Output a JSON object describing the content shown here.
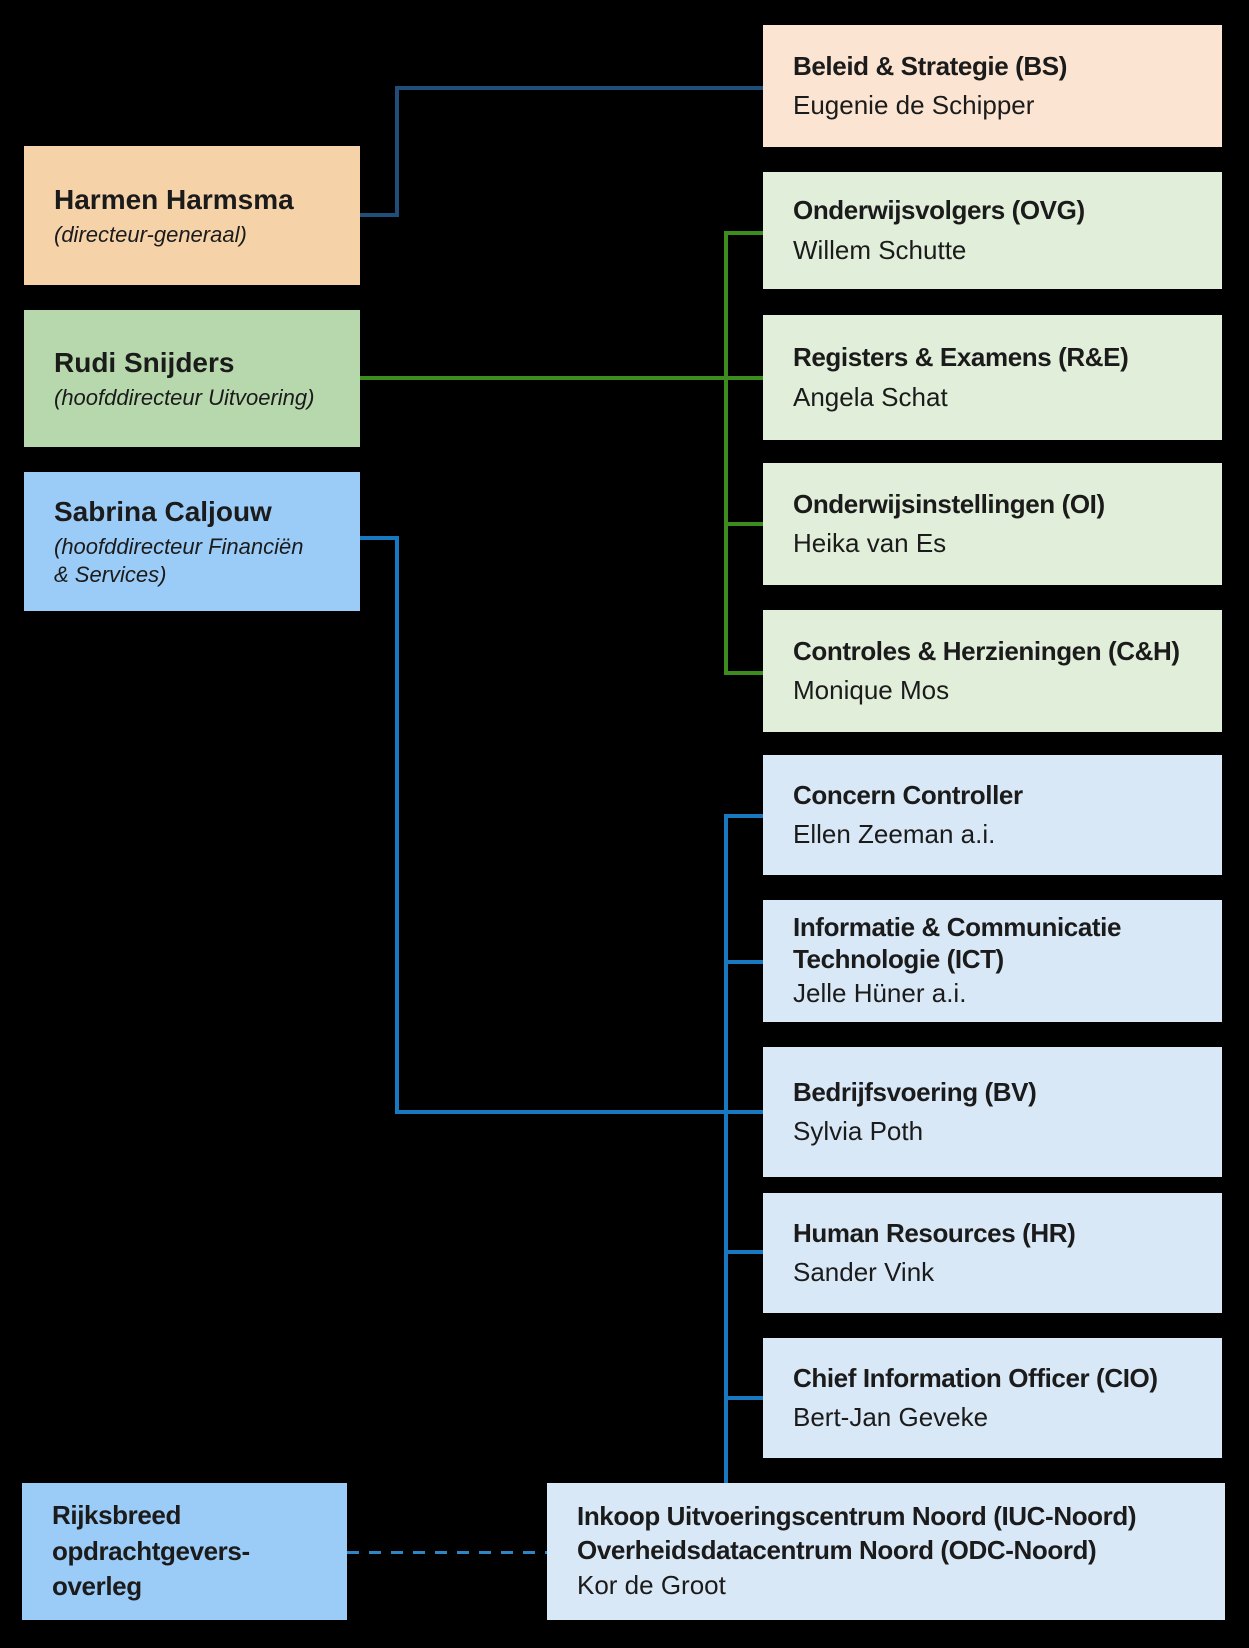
{
  "diagram": {
    "type": "organization-chart",
    "background": "#000000"
  },
  "palette": {
    "box_peach_dark": "#f6d2a9",
    "box_peach_light": "#fbe4d1",
    "box_green_dark": "#b7d7ac",
    "box_green_light": "#e1eeda",
    "box_blue_bright": "#9bcbf7",
    "box_blue_light": "#d9e8f7",
    "line_navy": "#1f4e79",
    "line_green": "#3c8c1e",
    "line_azure": "#1879c0",
    "line_dashed_azure": "#2f86c4",
    "text": "#1b1b1b"
  },
  "boxes": {
    "harmen": {
      "title": "Harmen Harmsma",
      "subtitle": "(directeur-generaal)"
    },
    "rudi": {
      "title": "Rudi Snijders",
      "subtitle": "(hoofddirecteur Uitvoering)"
    },
    "sabrina": {
      "title": "Sabrina Caljouw",
      "subtitle_line1": "(hoofddirecteur Financiën",
      "subtitle_line2": "& Services)"
    },
    "rijksbreed": {
      "title": "Rijksbreed opdrachtgevers-overleg"
    },
    "bs": {
      "title": "Beleid & Strategie (BS)",
      "name": "Eugenie de Schipper"
    },
    "ovg": {
      "title": "Onderwijsvolgers (OVG)",
      "name": "Willem Schutte"
    },
    "re": {
      "title": "Registers & Examens (R&E)",
      "name": "Angela Schat"
    },
    "oi": {
      "title": "Onderwijsinstellingen (OI)",
      "name": "Heika van Es"
    },
    "ch": {
      "title": "Controles & Herzieningen (C&H)",
      "name": "Monique Mos"
    },
    "cc": {
      "title": "Concern Controller",
      "name": "Ellen Zeeman a.i."
    },
    "ict": {
      "title_line1": "Informatie & Communicatie",
      "title_line2": "Technologie (ICT)",
      "name": "Jelle Hüner a.i."
    },
    "bv": {
      "title": "Bedrijfsvoering (BV)",
      "name": "Sylvia Poth"
    },
    "hr": {
      "title": "Human Resources (HR)",
      "name": "Sander Vink"
    },
    "cio": {
      "title": "Chief Information Officer (CIO)",
      "name": "Bert-Jan Geveke"
    },
    "iuc": {
      "title_line1": "Inkoop Uitvoeringscentrum Noord (IUC-Noord)",
      "title_line2": "Overheidsdatacentrum Noord (ODC-Noord)",
      "name": "Kor de Groot"
    }
  }
}
